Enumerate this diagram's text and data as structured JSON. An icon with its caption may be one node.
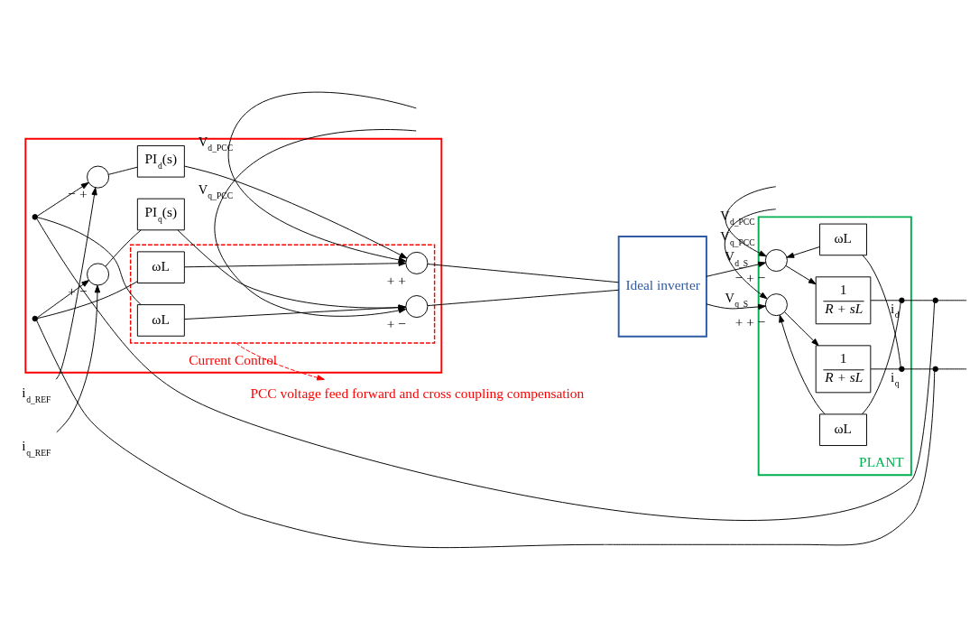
{
  "diagram": {
    "nodes": [
      {
        "text": [
          "Current Control"
        ]
      },
      {
        "text": [],
        "shape": "box",
        "in": 0
      },
      {
        "text": [
          "i$_{d_REF}$"
        ]
      },
      {
        "text": [],
        "shape": "circle",
        "in": 0,
        "beside": [
          "−",
          "+"
        ]
      },
      {
        "text": [
          "PI$_{d}$(s)"
        ],
        "in": 0
      },
      {
        "text": [
          "ωL"
        ],
        "in": 1
      },
      {
        "text": [],
        "shape": "circle",
        "in": 1,
        "beside": [
          "+",
          "+"
        ]
      },
      {
        "text": [
          "i$_{q_REF}$"
        ]
      },
      {
        "text": [],
        "shape": "circle",
        "in": 0,
        "beside": [
          "+",
          "−"
        ]
      },
      {
        "text": [
          "PI$_{q}$(s)"
        ],
        "in": 0
      },
      {
        "text": [],
        "shape": "circle",
        "in": 1,
        "beside": [
          "+",
          "−"
        ]
      },
      {
        "text": [
          "ωL"
        ],
        "in": 1
      },
      {
        "text": [
          "Ideal inverter"
        ]
      },
      {
        "text": [
          "PLANT"
        ]
      },
      {
        "text": [],
        "shape": "circle",
        "in": 13,
        "beside": [
          "−",
          "+",
          "−"
        ]
      },
      {
        "text": [
          "1",
          "R + sL"
        ],
        "in": 13
      },
      {
        "text": [
          "ωL"
        ],
        "in": 13
      },
      {
        "text": [
          "ωL"
        ],
        "in": 13
      },
      {
        "text": [],
        "shape": "circle",
        "in": 13,
        "beside": [
          "+",
          "+",
          "−"
        ]
      },
      {
        "text": [
          "1",
          "R + sL"
        ],
        "in": 13
      },
      {
        "text": [],
        "shape": "dot",
        "in": 13,
        "beside": [
          "i$_{d}$"
        ]
      },
      {
        "text": [],
        "shape": "dot",
        "in": 13,
        "beside": [
          "i$_{q}$"
        ]
      },
      {
        "text": [],
        "shape": "dot"
      },
      {
        "text": [],
        "shape": "dot"
      },
      {
        "text": [],
        "shape": "dot",
        "in": 0
      },
      {
        "text": [],
        "shape": "dot",
        "in": 0
      },
      {
        "text": [
          "PCC voltage feed forward and cross coupling compensation"
        ]
      }
    ],
    "edges": [
      {
        "from": 2,
        "to": 3,
        "arrow": "to"
      },
      {
        "from": 3,
        "to": 4,
        "arrow": "none"
      },
      {
        "from": 4,
        "to": 6,
        "arrow": "to"
      },
      {
        "from": 5,
        "to": 6,
        "arrow": "to"
      },
      {
        "from": null,
        "to": 6,
        "arrow": "to",
        "label": "V$_{d_PCC}$"
      },
      {
        "from": 6,
        "to": 12,
        "arrow": "none"
      },
      {
        "from": 12,
        "to": 14,
        "arrow": "to",
        "label": "V$_{d_S}$"
      },
      {
        "from": 7,
        "to": 8,
        "arrow": "to"
      },
      {
        "from": 8,
        "to": 9,
        "arrow": "none"
      },
      {
        "from": 9,
        "to": 10,
        "arrow": "to"
      },
      {
        "from": null,
        "to": 10,
        "arrow": "to",
        "label": "V$_{q_PCC}$"
      },
      {
        "from": 11,
        "to": 10,
        "arrow": "to"
      },
      {
        "from": 10,
        "to": 12,
        "arrow": "none"
      },
      {
        "from": 12,
        "to": 18,
        "arrow": "to",
        "label": "V$_{q_S}$"
      },
      {
        "from": null,
        "to": 14,
        "arrow": "to",
        "label": "V$_{d_PCC}$"
      },
      {
        "from": 14,
        "to": 15,
        "arrow": "to"
      },
      {
        "from": 15,
        "to": 20,
        "arrow": "none"
      },
      {
        "from": 20,
        "to": 22,
        "arrow": "none"
      },
      {
        "from": 22,
        "to": null,
        "arrow": "none"
      },
      {
        "from": 20,
        "to": 16,
        "arrow": "none"
      },
      {
        "from": 16,
        "to": 18,
        "arrow": "to"
      },
      {
        "from": null,
        "to": 18,
        "arrow": "to",
        "label": "V$_{q_PCC}$"
      },
      {
        "from": 18,
        "to": 19,
        "arrow": "to"
      },
      {
        "from": 19,
        "to": 21,
        "arrow": "none"
      },
      {
        "from": 21,
        "to": 23,
        "arrow": "none"
      },
      {
        "from": 23,
        "to": null,
        "arrow": "none"
      },
      {
        "from": 21,
        "to": 17,
        "arrow": "none"
      },
      {
        "from": 17,
        "to": 14,
        "arrow": "to"
      },
      {
        "from": 22,
        "to": 24,
        "arrow": "none"
      },
      {
        "from": 24,
        "to": 3,
        "arrow": "to"
      },
      {
        "from": 24,
        "to": 11,
        "arrow": "none"
      },
      {
        "from": 23,
        "to": 25,
        "arrow": "none"
      },
      {
        "from": 25,
        "to": 8,
        "arrow": "to"
      },
      {
        "from": 25,
        "to": 5,
        "arrow": "none"
      },
      {
        "from": 1,
        "to": 26,
        "arrow": "to",
        "style": "dashed",
        "color": "#ff0000"
      }
    ]
  }
}
